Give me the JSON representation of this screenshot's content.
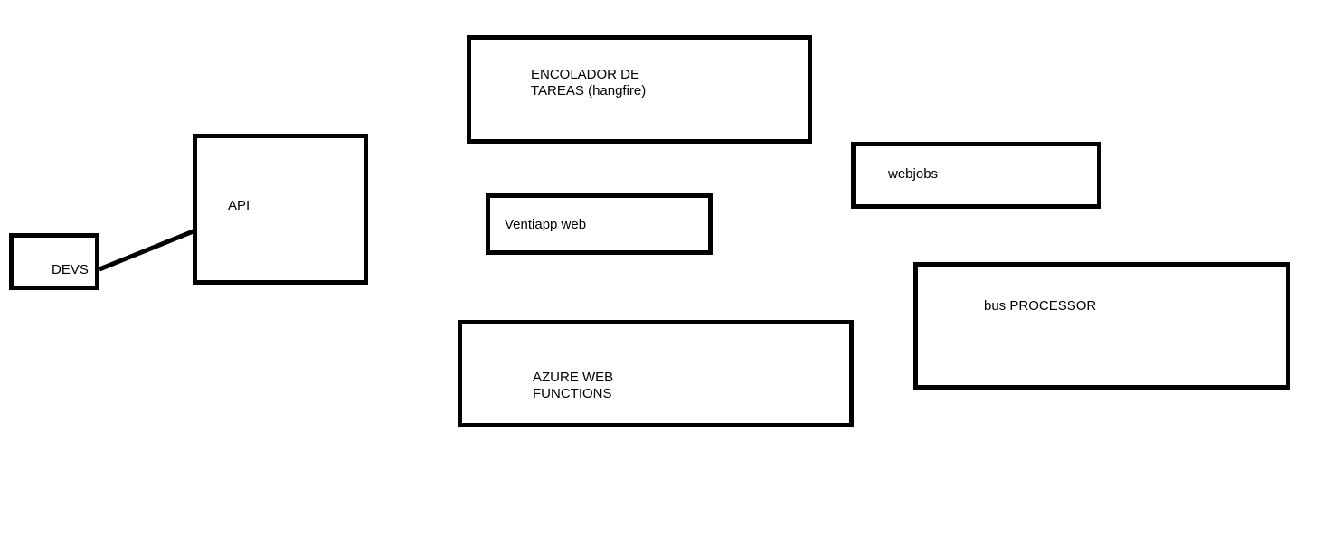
{
  "diagram": {
    "background_color": "#ffffff",
    "stroke_color": "#000000",
    "nodes": [
      {
        "id": "devs",
        "lines": [
          "DEVS"
        ]
      },
      {
        "id": "api",
        "lines": [
          "API"
        ]
      },
      {
        "id": "task-queue",
        "lines": [
          "ENCOLADOR DE",
          "TAREAS (hangfire)"
        ]
      },
      {
        "id": "ventiapp-web",
        "lines": [
          "Ventiapp web"
        ]
      },
      {
        "id": "webjobs",
        "lines": [
          "webjobs"
        ]
      },
      {
        "id": "azure-web-functions",
        "lines": [
          "AZURE WEB",
          "FUNCTIONS"
        ]
      },
      {
        "id": "bus-processor",
        "lines": [
          "bus PROCESSOR"
        ]
      }
    ],
    "connections": [
      {
        "from": "DEVS",
        "to": "API"
      }
    ]
  }
}
